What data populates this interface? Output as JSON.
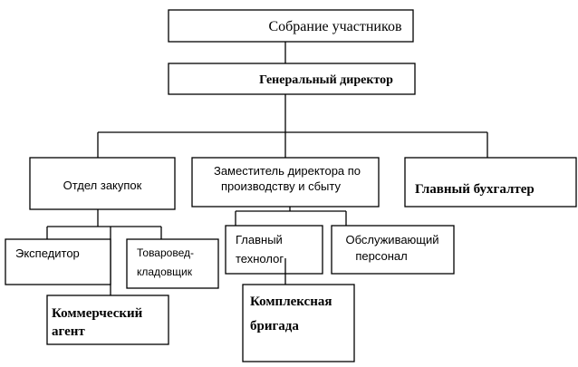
{
  "diagram": {
    "nodes": {
      "assembly": {
        "lines": [
          "Собрание участников"
        ]
      },
      "general_director": {
        "lines": [
          "Генеральный директор"
        ]
      },
      "procurement": {
        "lines": [
          "Отдел закупок"
        ]
      },
      "deputy_director": {
        "lines": [
          "Заместитель директора по",
          "производству и сбыту"
        ]
      },
      "chief_accountant": {
        "lines": [
          "Главный бухгалтер"
        ]
      },
      "forwarder": {
        "lines": [
          "Экспедитор"
        ]
      },
      "storekeeper": {
        "lines": [
          "Товаровед-",
          "кладовщик"
        ]
      },
      "commercial_agent": {
        "lines": [
          "Коммерческий",
          "агент"
        ]
      },
      "chief_technologist": {
        "lines": [
          "Главный",
          "технолог"
        ]
      },
      "service_staff": {
        "lines": [
          "Обслуживающий",
          "персонал"
        ]
      },
      "complex_brigade": {
        "lines": [
          "Комплексная",
          "бригада"
        ]
      }
    }
  }
}
